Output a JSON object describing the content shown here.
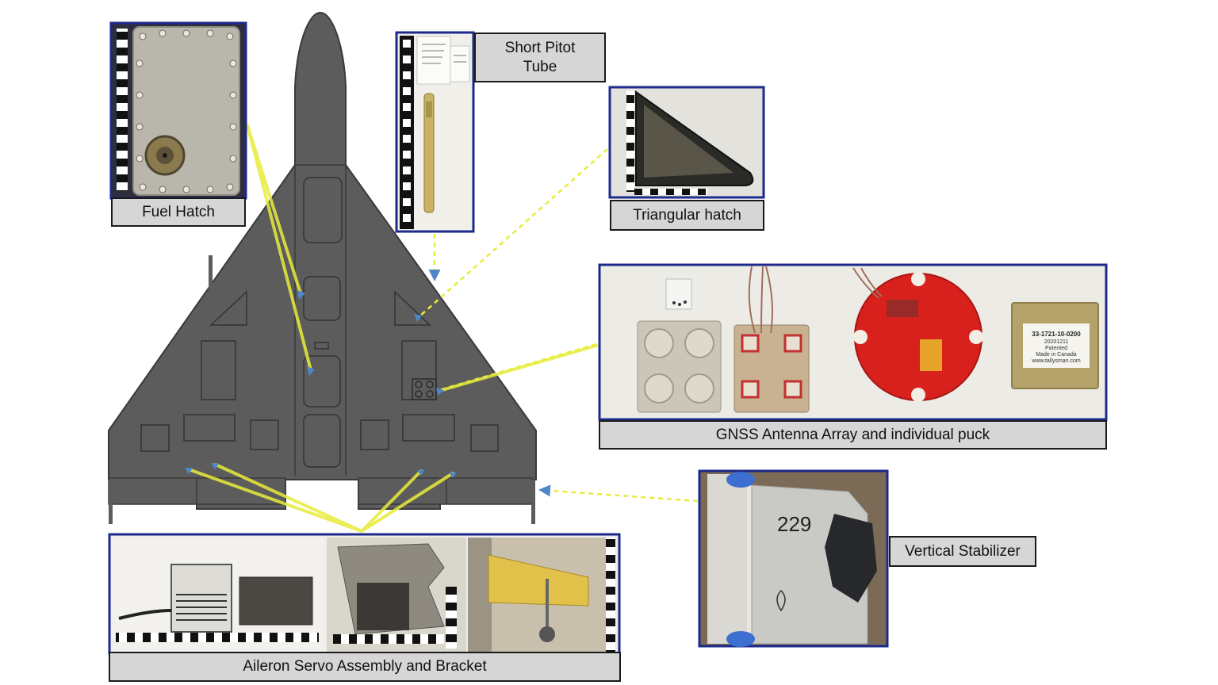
{
  "labels": {
    "fuel_hatch": "Fuel Hatch",
    "pitot_line1": "Short Pitot",
    "pitot_line2": "Tube",
    "triangular_hatch": "Triangular hatch",
    "gnss": "GNSS Antenna Array and individual puck",
    "vertical_stabilizer": "Vertical Stabilizer",
    "aileron": "Aileron Servo Assembly and Bracket"
  },
  "photo_text": {
    "stabilizer_number": "229",
    "gnss_tag_line1": "33-1721-10-0200",
    "gnss_tag_line2": "20201211",
    "gnss_tag_line3": "Patented",
    "gnss_tag_line4": "Made in Canada",
    "gnss_tag_line5": "www.tallysman.com"
  },
  "colors": {
    "airframe": "#5c5c5c",
    "airframe_outline": "#3a3a3a",
    "leader_line": "#e8ec3c",
    "arrow_marker": "#4d87c7",
    "photo_border": "#1c2a8c",
    "label_fill": "#d6d6d6",
    "antenna_board": "#d8201c"
  }
}
